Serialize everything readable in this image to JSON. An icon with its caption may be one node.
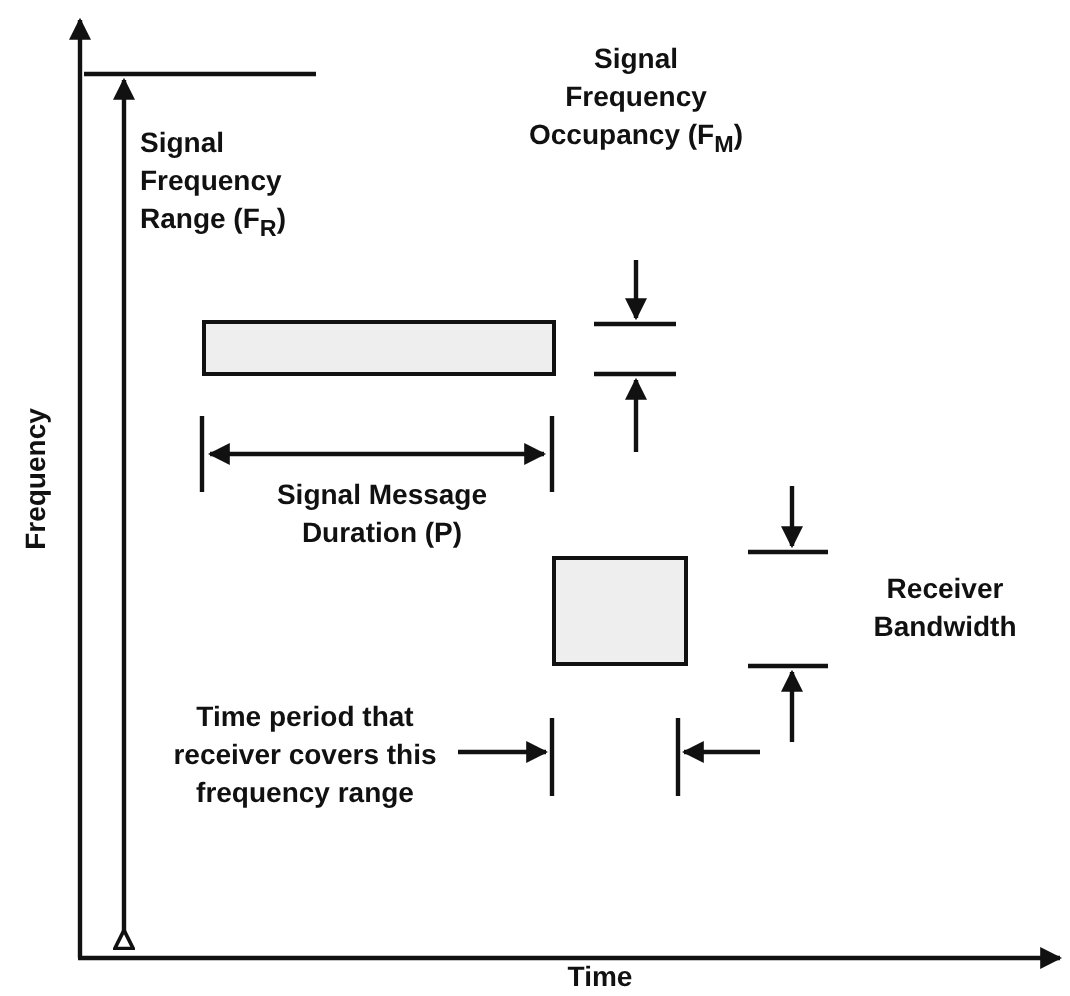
{
  "diagram": {
    "nodes": [
      {
        "text": [],
        "shape": "box"
      },
      {
        "text": [],
        "shape": "box"
      }
    ],
    "edges": [],
    "labels": [
      "Signal Frequency Range (F$_{R}$)",
      "Signal Frequency Occupancy (F$_{M}$)",
      "Frequency",
      "Signal Message Duration (P)",
      "Receiver Bandwidth",
      "Time period that receiver covers this frequency range",
      "Time"
    ]
  }
}
